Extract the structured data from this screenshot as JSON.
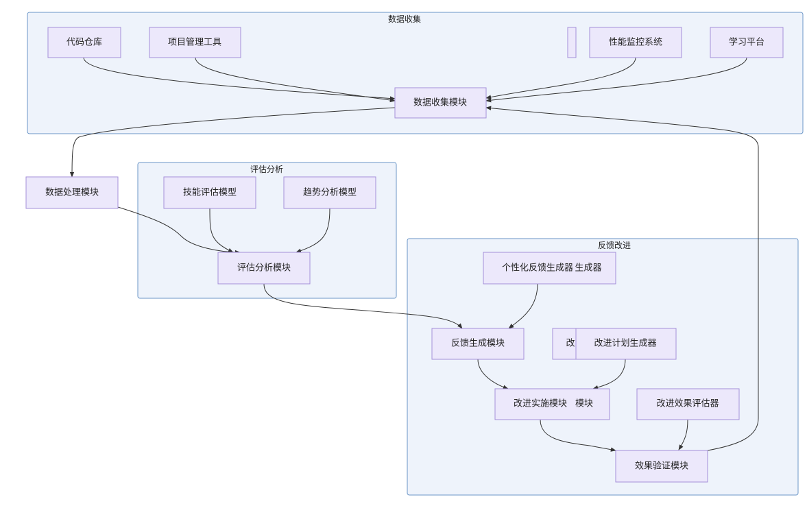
{
  "clusters": {
    "collect": "数据收集",
    "eval": "评估分析",
    "feedback": "反馈改进"
  },
  "nodes": {
    "repo": "代码仓库",
    "pm": "项目管理工具",
    "perf": "性能监控系统",
    "learn": "学习平台",
    "collect_module": "数据收集模块",
    "process_module": "数据处理模块",
    "skill_model": "技能评估模型",
    "trend_model": "趋势分析模型",
    "eval_module": "评估分析模块",
    "personal_fb_a": "个性化反馈生成器",
    "personal_fb_b": "生成器",
    "fb_module": "反馈生成模块",
    "plan_a": "改",
    "plan_b": "改进计划生成器",
    "impl_a": "改进实施模块",
    "impl_b": "模块",
    "effect_eval": "改进效果评估器",
    "verify_module": "效果验证模块"
  }
}
